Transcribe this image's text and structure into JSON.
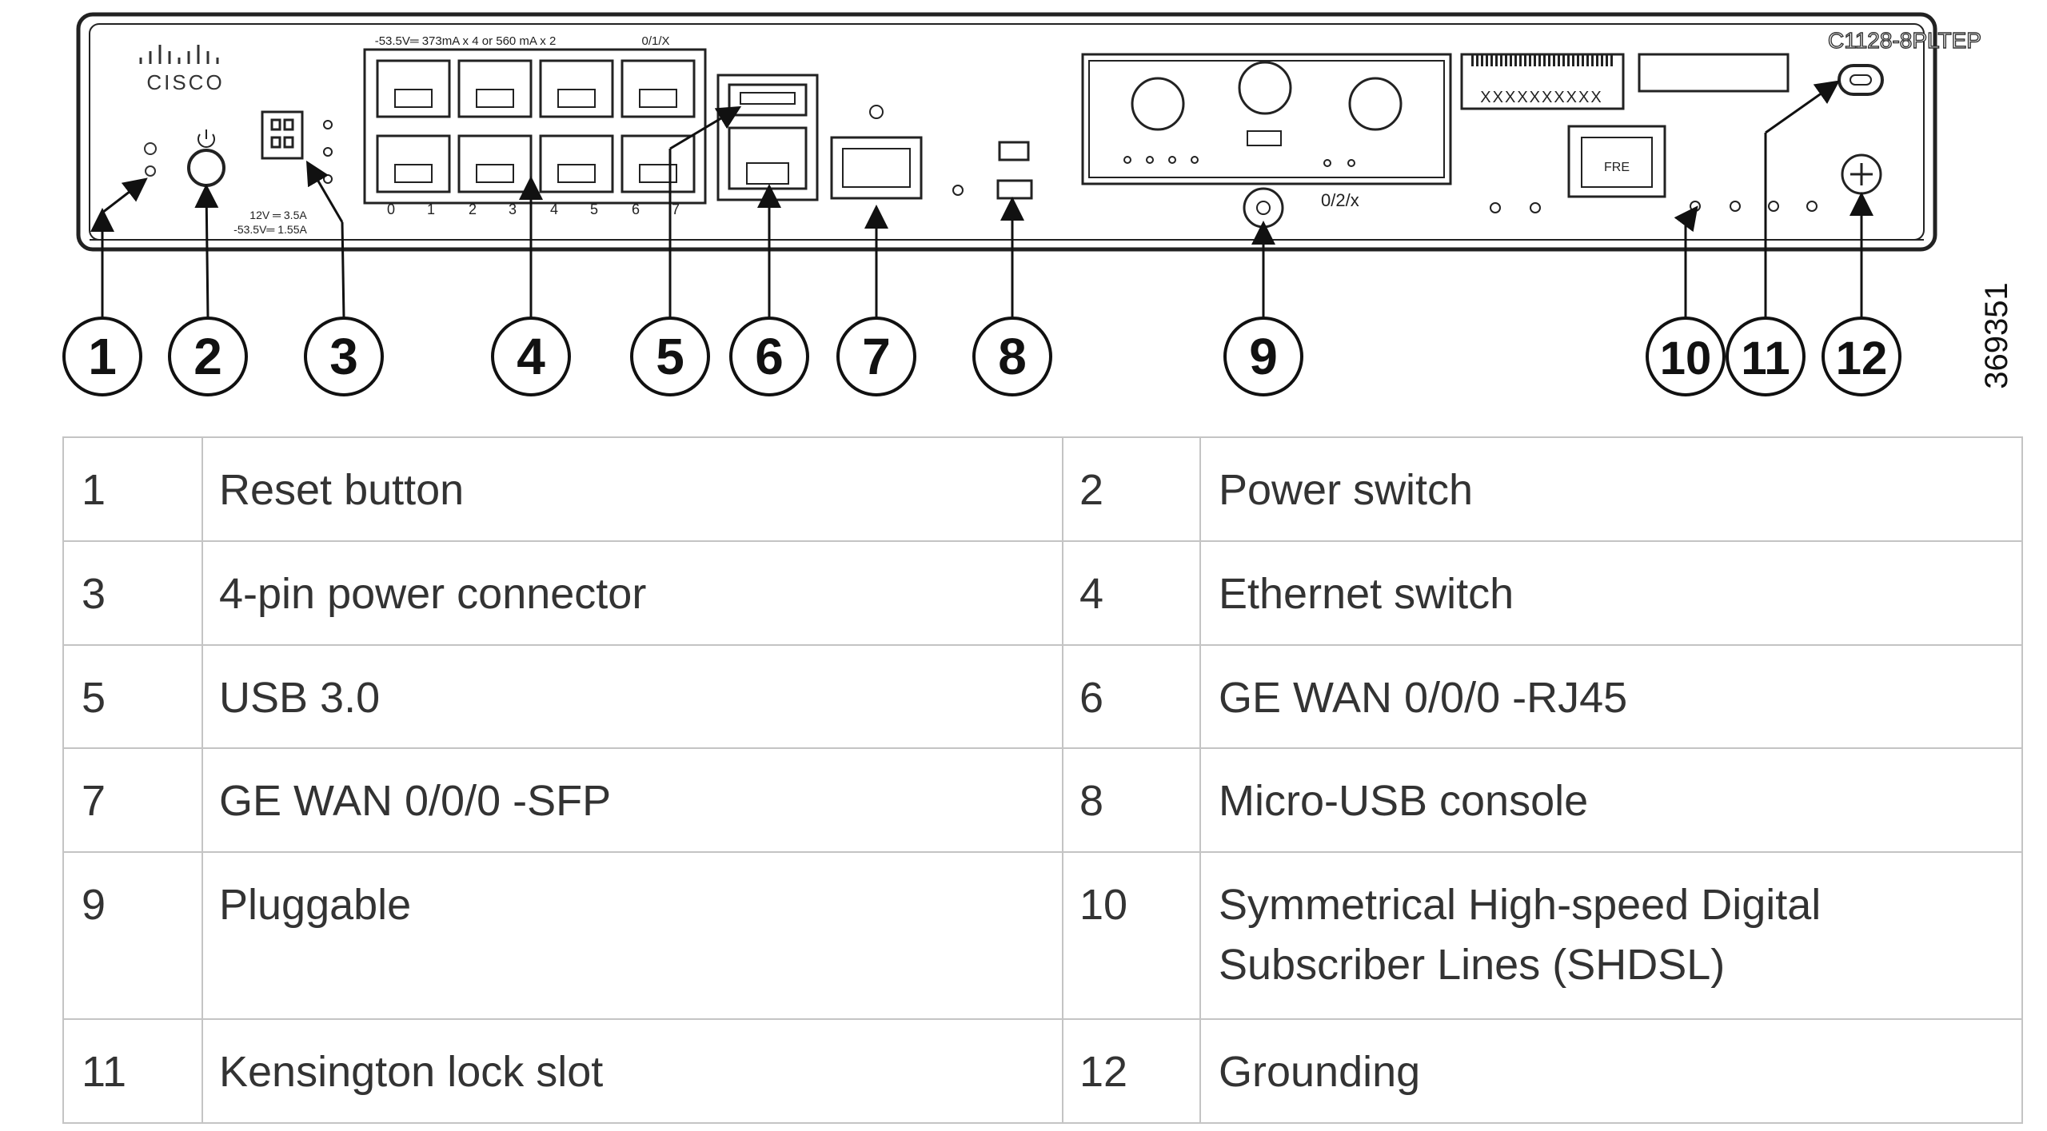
{
  "device": {
    "brand": "CISCO",
    "model": "C1128-8PLTEP",
    "poe_label": "-53.5V═ 373mA x 4 or 560 mA x 2",
    "switch_label": "0/1/X",
    "power_label_1": "12V ═ 3.5A",
    "power_label_2": "-53.5V═ 1.55A",
    "port_numbers": [
      "0",
      "1",
      "2",
      "3",
      "4",
      "5",
      "6",
      "7"
    ],
    "serial": "XXXXXXXXXX",
    "pluggable_label": "0/2/x",
    "fre_label": "FRE",
    "figure_id": "369351"
  },
  "callouts": [
    "1",
    "2",
    "3",
    "4",
    "5",
    "6",
    "7",
    "8",
    "9",
    "10",
    "11",
    "12"
  ],
  "legend": {
    "rows": [
      {
        "n1": "1",
        "d1": "Reset button",
        "n2": "2",
        "d2": "Power switch"
      },
      {
        "n1": "3",
        "d1": "4-pin power connector",
        "n2": "4",
        "d2": "Ethernet switch"
      },
      {
        "n1": "5",
        "d1": "USB 3.0",
        "n2": "6",
        "d2": "GE WAN 0/0/0 -RJ45"
      },
      {
        "n1": "7",
        "d1": "GE WAN 0/0/0 -SFP",
        "n2": "8",
        "d2": "Micro-USB console"
      },
      {
        "n1": "9",
        "d1": "Pluggable",
        "n2": "10",
        "d2": "Symmetrical High-speed Digital Subscriber Lines (SHDSL)"
      },
      {
        "n1": "11",
        "d1": "Kensington lock slot",
        "n2": "12",
        "d2": "Grounding"
      }
    ]
  }
}
